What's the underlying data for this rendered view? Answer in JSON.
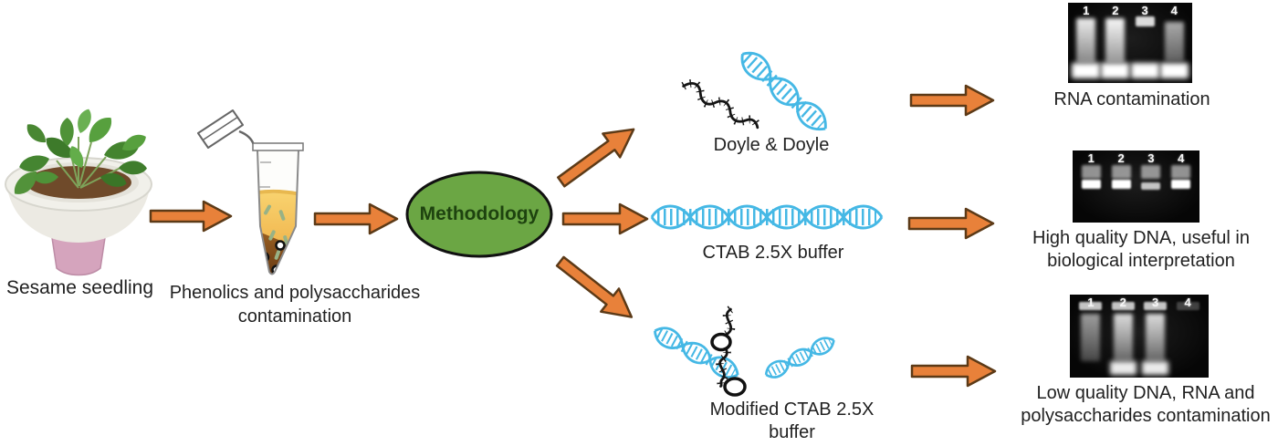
{
  "figure": {
    "seedling": {
      "caption": "Sesame seedling"
    },
    "tube": {
      "caption_line1": "Phenolics and polysaccharides",
      "caption_line2": "contamination"
    },
    "hub": {
      "label": "Methodology"
    },
    "branches": {
      "doyle": {
        "method": "Doyle & Doyle",
        "result_line1": "RNA contamination",
        "lanes": [
          "1",
          "2",
          "3",
          "4"
        ]
      },
      "ctab": {
        "method": "CTAB 2.5X buffer",
        "result_line1": "High quality DNA, useful in",
        "result_line2": "biological interpretation",
        "lanes": [
          "1",
          "2",
          "3",
          "4"
        ]
      },
      "modified": {
        "method_line1": "Modified CTAB 2.5X",
        "method_line2": "buffer",
        "result_line1": "Low quality DNA, RNA and",
        "result_line2": "polysaccharides contamination",
        "lanes": [
          "1",
          "2",
          "3",
          "4"
        ]
      }
    },
    "colors": {
      "arrow_fill": "#E8813A",
      "arrow_outline": "#5C3A17",
      "hub_fill": "#6BA644",
      "hub_text": "#1E430F",
      "dna_blue": "#45B8E5",
      "caption_text": "#212121"
    },
    "icons": [
      "seedling-photo",
      "microcentrifuge-tube-icon",
      "flow-arrow-icon",
      "rna-squiggle-icon",
      "dna-helix-icon",
      "long-dna-helix-icon",
      "polysaccharide-circle-icon",
      "gel-electrophoresis-image"
    ]
  }
}
